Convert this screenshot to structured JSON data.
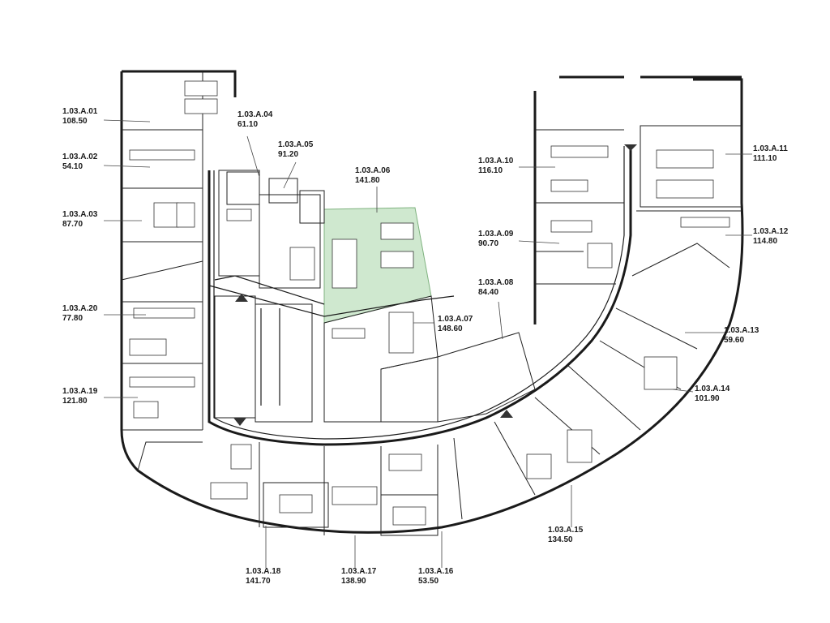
{
  "units": [
    {
      "id": "1.03.A.01",
      "area": "108.50"
    },
    {
      "id": "1.03.A.02",
      "area": "54.10"
    },
    {
      "id": "1.03.A.03",
      "area": "87.70"
    },
    {
      "id": "1.03.A.04",
      "area": "61.10"
    },
    {
      "id": "1.03.A.05",
      "area": "91.20"
    },
    {
      "id": "1.03.A.06",
      "area": "141.80",
      "highlighted": true
    },
    {
      "id": "1.03.A.07",
      "area": "148.60"
    },
    {
      "id": "1.03.A.08",
      "area": "84.40"
    },
    {
      "id": "1.03.A.09",
      "area": "90.70"
    },
    {
      "id": "1.03.A.10",
      "area": "116.10"
    },
    {
      "id": "1.03.A.11",
      "area": "111.10"
    },
    {
      "id": "1.03.A.12",
      "area": "114.80"
    },
    {
      "id": "1.03.A.13",
      "area": "59.60"
    },
    {
      "id": "1.03.A.14",
      "area": "101.90"
    },
    {
      "id": "1.03.A.15",
      "area": "134.50"
    },
    {
      "id": "1.03.A.16",
      "area": "53.50"
    },
    {
      "id": "1.03.A.17",
      "area": "138.90"
    },
    {
      "id": "1.03.A.18",
      "area": "141.70"
    },
    {
      "id": "1.03.A.19",
      "area": "121.80"
    },
    {
      "id": "1.03.A.20",
      "area": "77.80"
    }
  ],
  "colors": {
    "highlight": "#cfe8cf",
    "highlight_stroke": "#7fb27f",
    "wall": "#1a1a1a",
    "background": "#ffffff"
  }
}
